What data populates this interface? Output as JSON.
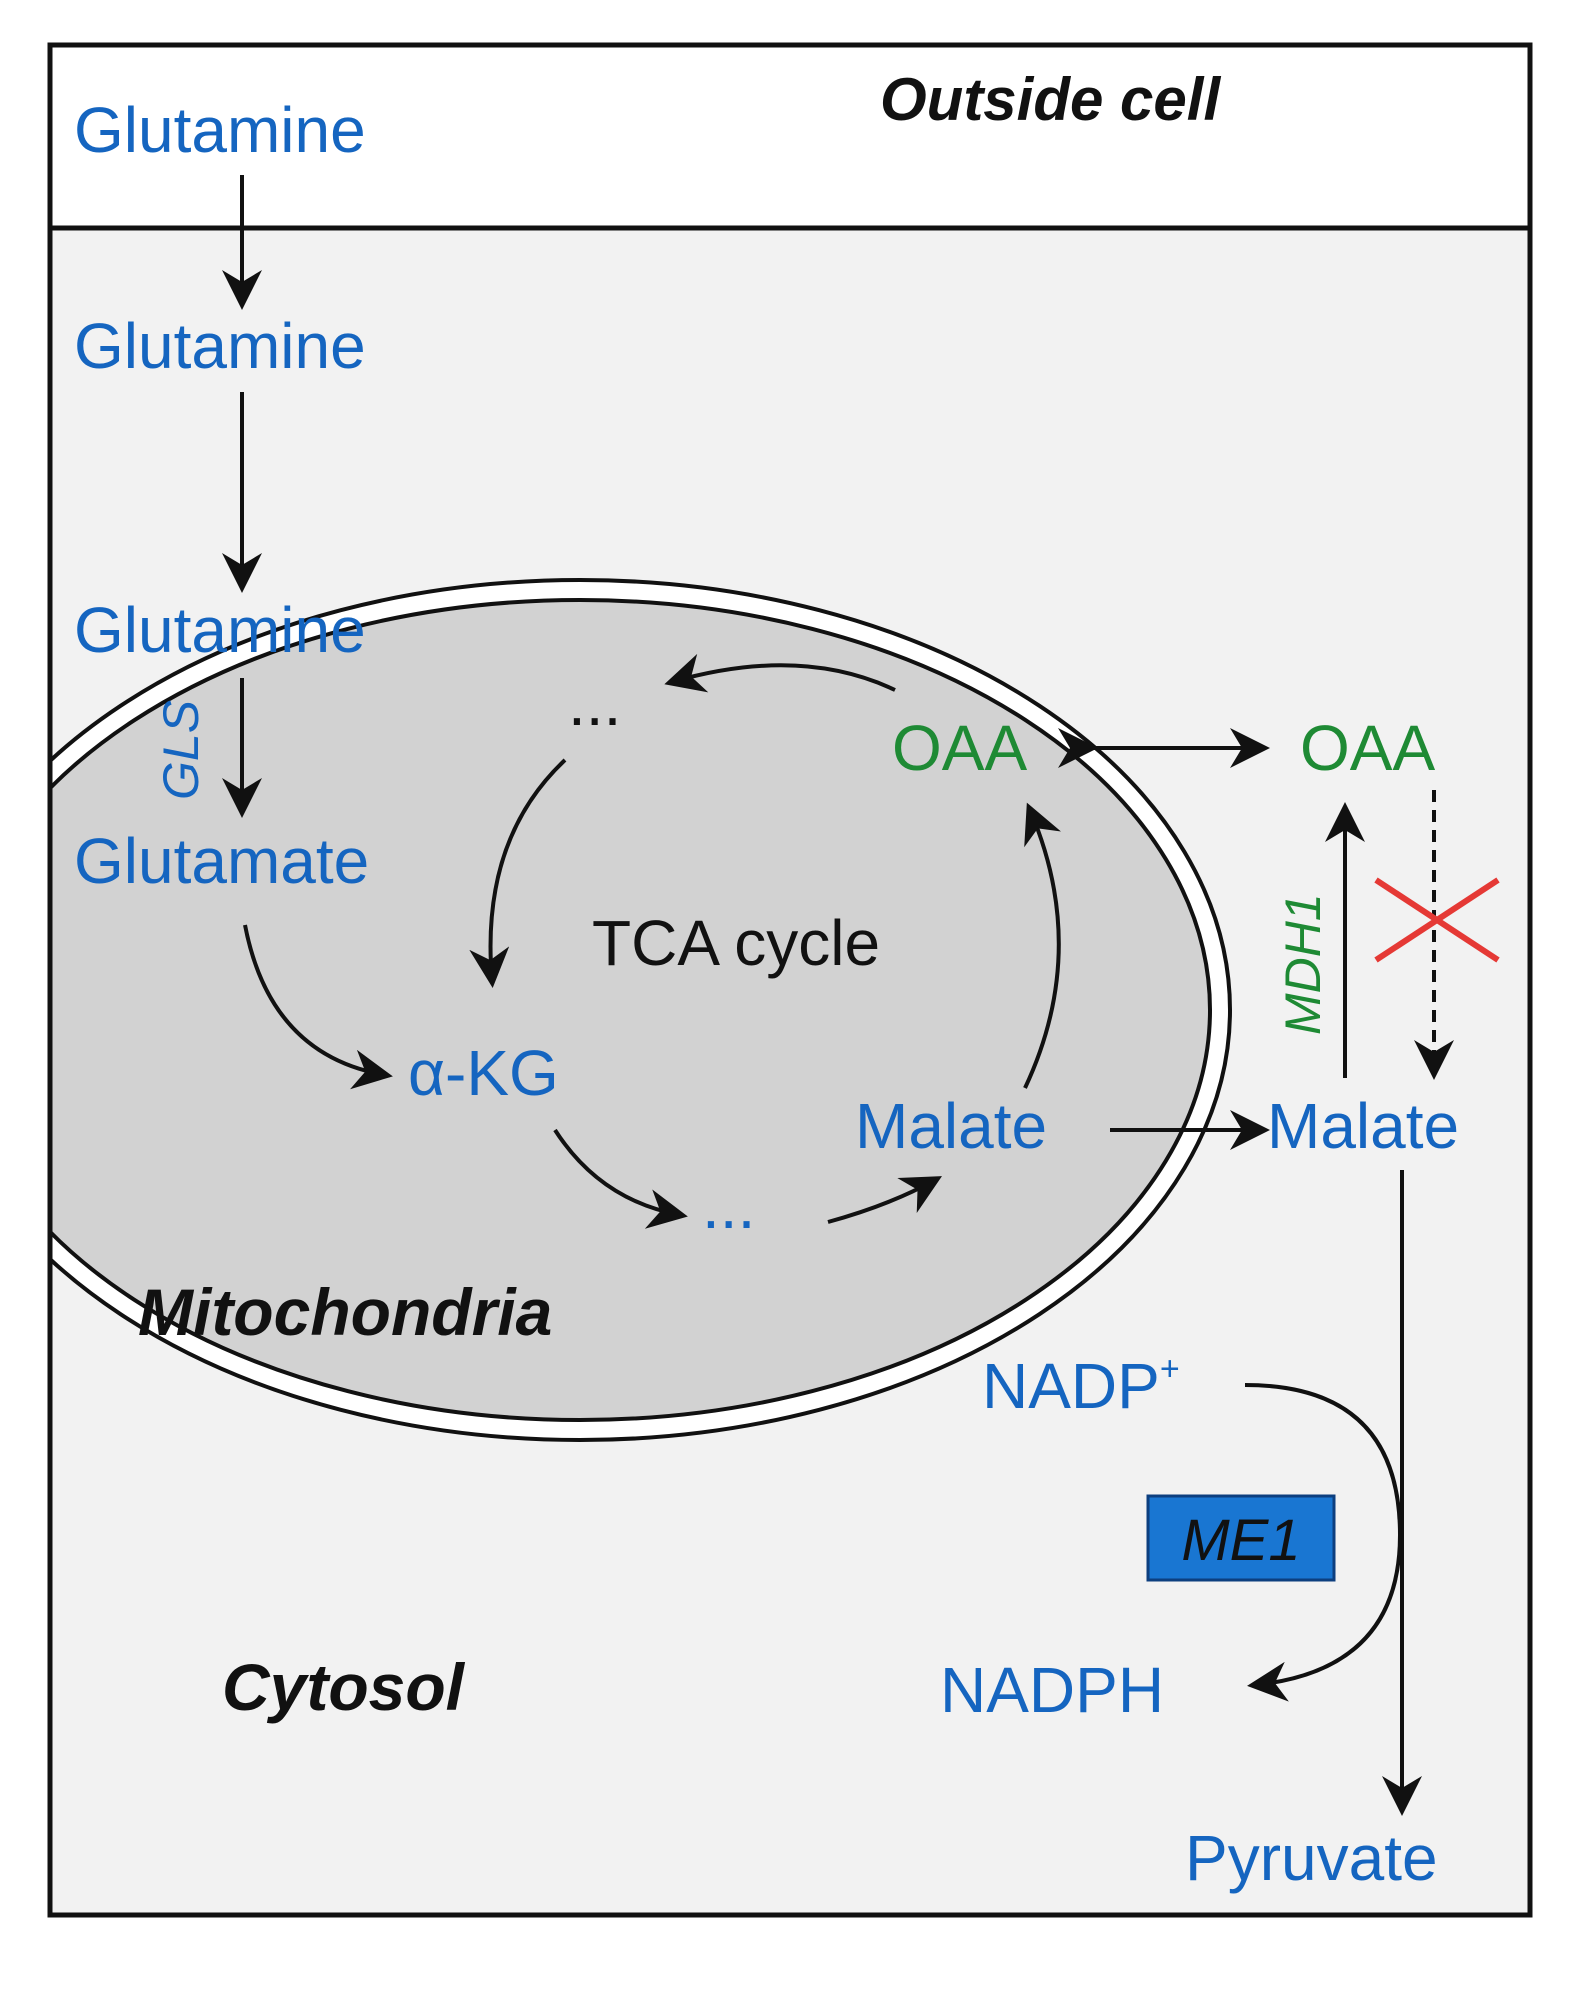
{
  "regions": {
    "outside": "Outside cell",
    "mitochondria": "Mitochondria",
    "cytosol": "Cytosol"
  },
  "metabolites": {
    "glutamine_outside": "Glutamine",
    "glutamine_cytosol": "Glutamine",
    "glutamine_mito": "Glutamine",
    "glutamate": "Glutamate",
    "akg": "α-KG",
    "malate_mito": "Malate",
    "oaa_mito": "OAA",
    "oaa_cytosol": "OAA",
    "malate_cytosol": "Malate",
    "nadp_base": "NADP",
    "nadp_sup": "+",
    "nadph": "NADPH",
    "pyruvate": "Pyruvate",
    "ellipsis_top": "...",
    "ellipsis_bottom": "..."
  },
  "enzymes": {
    "gls": "GLS",
    "mdh1": "MDH1",
    "me1": "ME1"
  },
  "cycle_label": "TCA cycle",
  "colors": {
    "metabolite": "#1565c0",
    "oaa": "#1e8a34",
    "mdh1": "#1e8a34",
    "me1_box": "#1976d2",
    "cytosol_bg": "#f2f2f2",
    "mito_bg": "#d2d2d2",
    "block_cross": "#e53935"
  }
}
